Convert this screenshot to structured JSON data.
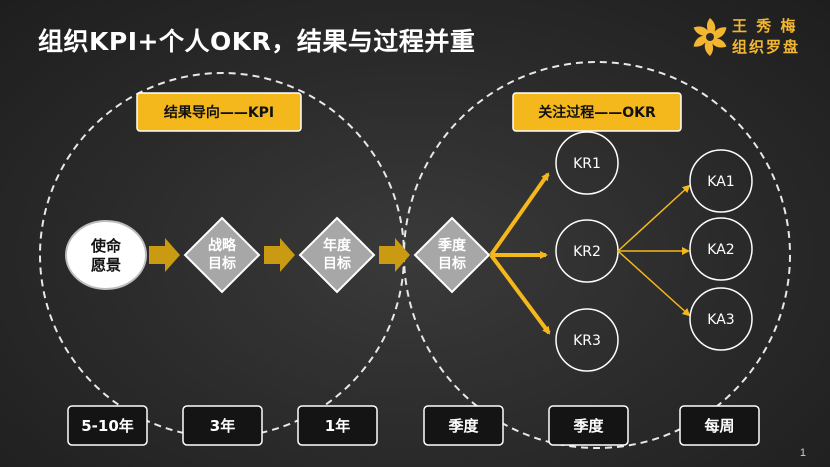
{
  "title": "组织KPI+个人OKR，结果与过程并重",
  "logo": {
    "line1": "王 秀 梅",
    "line2": "组织罗盘"
  },
  "banners": {
    "kpi": "结果导向——KPI",
    "okr": "关注过程——OKR"
  },
  "mission": {
    "line1": "使命",
    "line2": "愿景"
  },
  "diamonds": [
    {
      "line1": "战略",
      "line2": "目标"
    },
    {
      "line1": "年度",
      "line2": "目标"
    },
    {
      "line1": "季度",
      "line2": "目标"
    }
  ],
  "key_results": [
    "KR1",
    "KR2",
    "KR3"
  ],
  "key_actions": [
    "KA1",
    "KA2",
    "KA3"
  ],
  "periods": [
    "5-10年",
    "3年",
    "1年",
    "季度",
    "季度",
    "每周"
  ],
  "page_number": "1",
  "colors": {
    "accent": "#f5b81c",
    "arrow": "#c99a12",
    "diamond_fill": "#a7a7a7",
    "background": "#2a2a2a"
  }
}
